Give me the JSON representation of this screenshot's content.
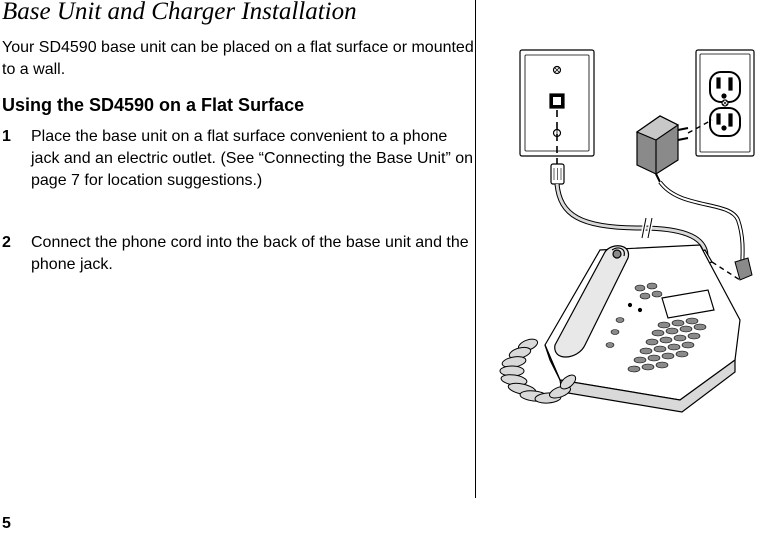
{
  "page": {
    "title": "Base Unit and Charger Installation",
    "intro": "Your SD4590 base unit can be placed on a flat surface or mounted to a wall.",
    "section_heading": "Using the SD4590 on a Flat Surface",
    "steps": [
      {
        "number": "1",
        "text": "Place the base unit on a flat surface convenient to a phone jack and an electric outlet. (See “Connecting the Base Unit” on page 7 for location suggestions.)"
      },
      {
        "number": "2",
        "text": "Connect the phone cord into the back of the base unit and the phone jack."
      }
    ],
    "page_number": "5"
  },
  "illustration": {
    "items": [
      "phone-jack-wallplate",
      "electrical-outlet",
      "ac-adapter",
      "phone-cord",
      "coiled-cord",
      "telephone-base-unit"
    ],
    "line_color": "#000000",
    "fill_gray": "#d9d9d9",
    "dark_gray": "#8a8a8a"
  }
}
